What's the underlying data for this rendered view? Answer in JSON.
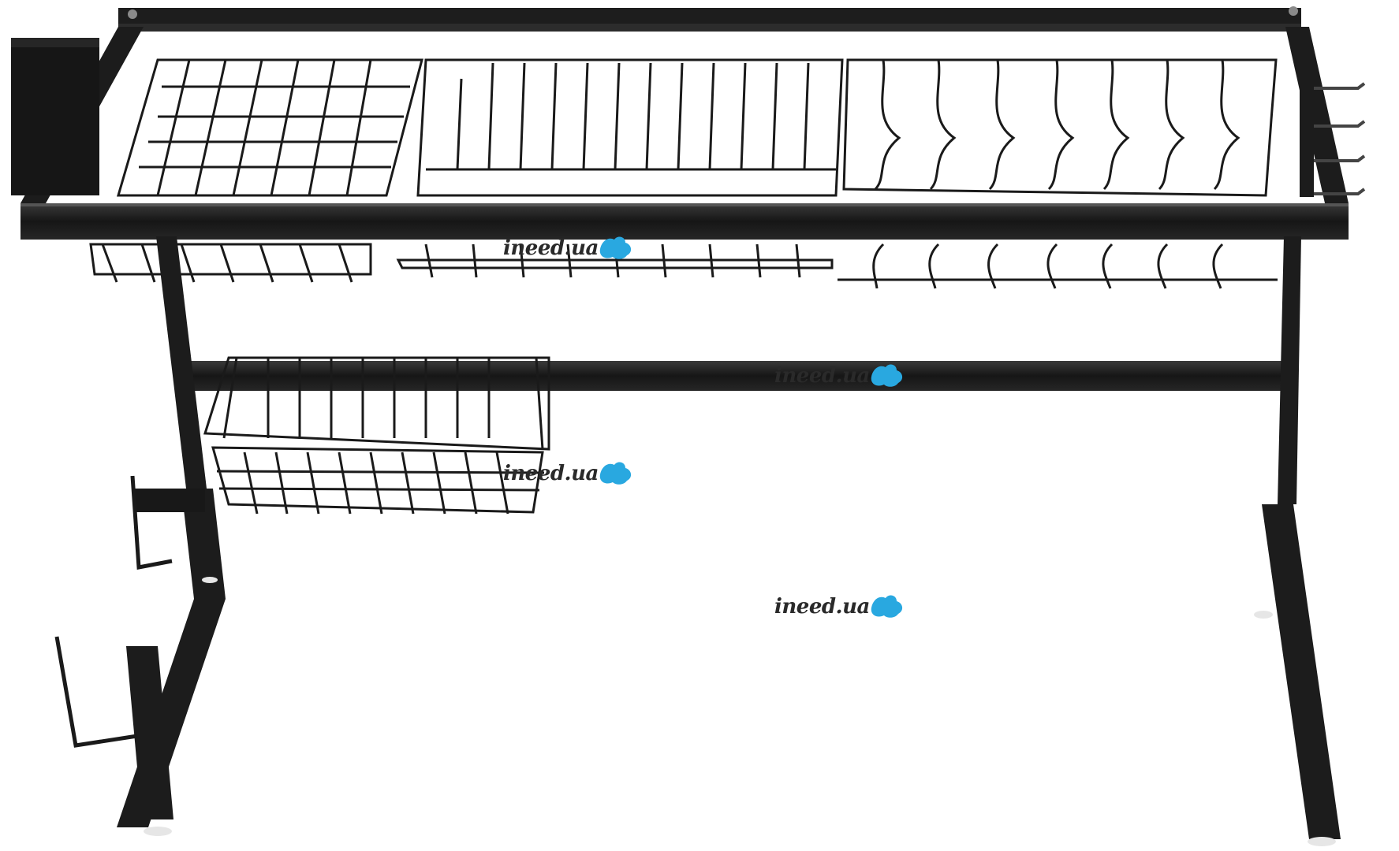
{
  "image": {
    "subject": "dish-drying-rack",
    "background_color": "#ffffff",
    "frame_color": "#1b1b1b"
  },
  "watermarks": [
    {
      "text": "ineed.ua",
      "color": "#29a8e0",
      "icon": "blue-splash-logo"
    },
    {
      "text": "ineed.ua",
      "color": "#29a8e0",
      "icon": "blue-splash-logo"
    },
    {
      "text": "ineed.ua",
      "color": "#29a8e0",
      "icon": "blue-splash-logo"
    },
    {
      "text": "ineed.ua",
      "color": "#29a8e0",
      "icon": "blue-splash-logo"
    }
  ]
}
